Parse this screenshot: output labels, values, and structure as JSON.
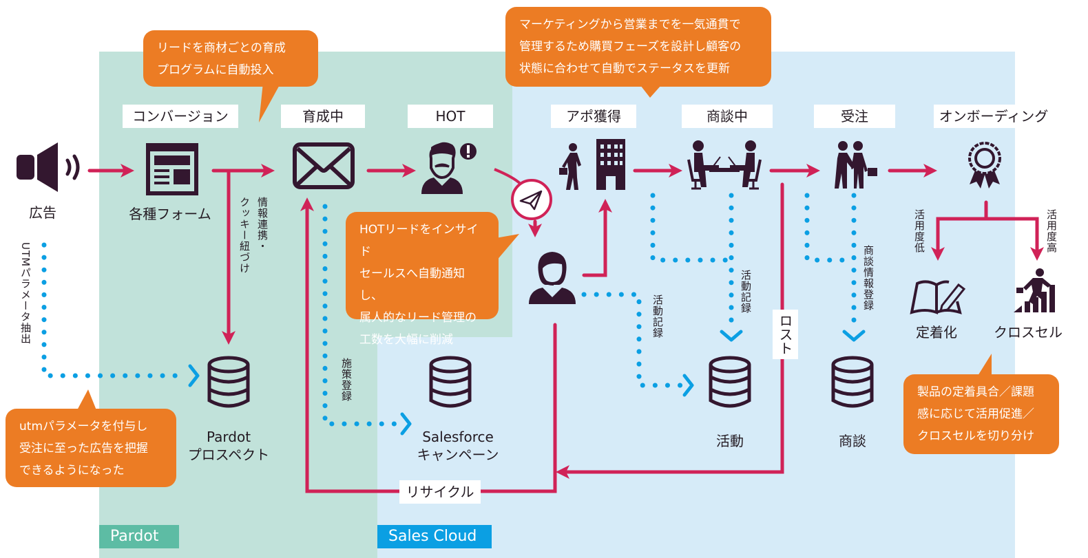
{
  "zones": {
    "pardot": "Pardot",
    "sales_cloud": "Sales Cloud"
  },
  "stages": [
    {
      "id": "conversion",
      "label": "コンバージョン"
    },
    {
      "id": "nurturing",
      "label": "育成中"
    },
    {
      "id": "hot",
      "label": "HOT"
    },
    {
      "id": "appointment",
      "label": "アポ獲得"
    },
    {
      "id": "negotiation",
      "label": "商談中"
    },
    {
      "id": "order",
      "label": "受注"
    },
    {
      "id": "onboarding",
      "label": "オンボーディング"
    }
  ],
  "nodes": {
    "ad": "広告",
    "forms": "各種フォーム",
    "pardot_prospect": [
      "Pardot",
      "プロスペクト"
    ],
    "sf_campaign": [
      "Salesforce",
      "キャンペーン"
    ],
    "activity": "活動",
    "deal": "商談",
    "retention": "定着化",
    "cross_sell": "クロスセル"
  },
  "edge_labels": {
    "info_link": "情報連携・",
    "cookie_link": "クッキー紐づけ",
    "utm_extract": "UTMパラメータ抽出",
    "measure_register": "施策登録",
    "activity_log_1": "活動記録",
    "activity_log_2": "活動記録",
    "deal_register": "商談情報登録",
    "lost": "ロスト",
    "recycle": "リサイクル",
    "low_usage": "活用度低",
    "high_usage": "活用度高"
  },
  "callouts": {
    "nurture_program": [
      "リードを商材ごとの育成",
      "プログラムに自動投入"
    ],
    "status_update": [
      "マーケティングから営業までを一気通貫で",
      "管理するため購買フェーズを設計し顧客の",
      "状態に合わせて自動でステータスを更新"
    ],
    "hot_notify": [
      "HOTリードをインサイド",
      "セールスへ自動通知し、",
      "属人的なリード管理の",
      "工数を大幅に削減"
    ],
    "utm": [
      "utmパラメータを付与し",
      "受注に至った広告を把握",
      "できるようになった"
    ],
    "onboarding": [
      "製品の定着具合／課題",
      "感に応じて活用促進／",
      "クロスセルを切り分け"
    ]
  },
  "colors": {
    "arrow": "#d02257",
    "dotted": "#0b9fe3",
    "icon": "#33172f",
    "callout": "#ec7c24",
    "pardot_bg": "#c1e2da",
    "sales_bg": "#d6ebf8"
  }
}
